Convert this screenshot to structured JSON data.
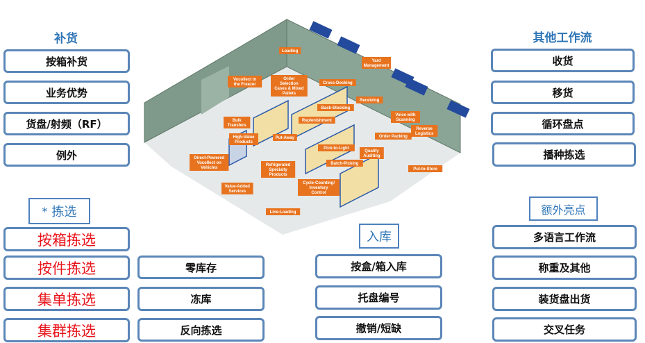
{
  "left": {
    "header": "补货",
    "items": [
      "按箱补货",
      "业务优势",
      "货盘/射频（RF）",
      "例外"
    ]
  },
  "picking": {
    "header_star": "*",
    "header": "拣选",
    "items": [
      "按箱拣选",
      "按件拣选",
      "集单拣选",
      "集群拣选"
    ],
    "accent": "#e8141b"
  },
  "middle": {
    "items": [
      "零库存",
      "冻库",
      "反向拣选"
    ]
  },
  "inbound": {
    "header": "入库",
    "items": [
      "按盒/箱入库",
      "托盘编号",
      "撤销/短缺"
    ]
  },
  "right": {
    "header": "其他工作流",
    "items": [
      "收货",
      "移货",
      "循环盘点",
      "播种拣选"
    ]
  },
  "extra": {
    "header": "额外亮点",
    "items": [
      "多语言工作流",
      "称重及其他",
      "装货盘出货",
      "交叉任务"
    ]
  },
  "warehouse": {
    "labels": [
      "Loading",
      "Yard Management",
      "Vocollect in the Freezer",
      "Order Selection Cases & Mixed Pallets",
      "Cross-Docking",
      "Receiving",
      "Back-Stocking",
      "Voice with Scanning",
      "Bulk Transfers",
      "Replenishment",
      "Reverse Logistics",
      "Order Packing",
      "High-Value Products",
      "Put-Away",
      "Pick-to-Light",
      "Quality Auditing",
      "Direct-Powered Vocollect on Vehicles",
      "Batch-Picking",
      "Put-to-Store",
      "Refrigerated Specialty Products",
      "Cycle-Counting/ Inventory Control",
      "Value-Added Services",
      "Line-Loading"
    ],
    "colors": {
      "wall": "#7f9a8a",
      "floor": "#e6e9ea",
      "label": "#e8731f",
      "truck": "#234a9c",
      "rack": "#2b5aa8"
    }
  }
}
